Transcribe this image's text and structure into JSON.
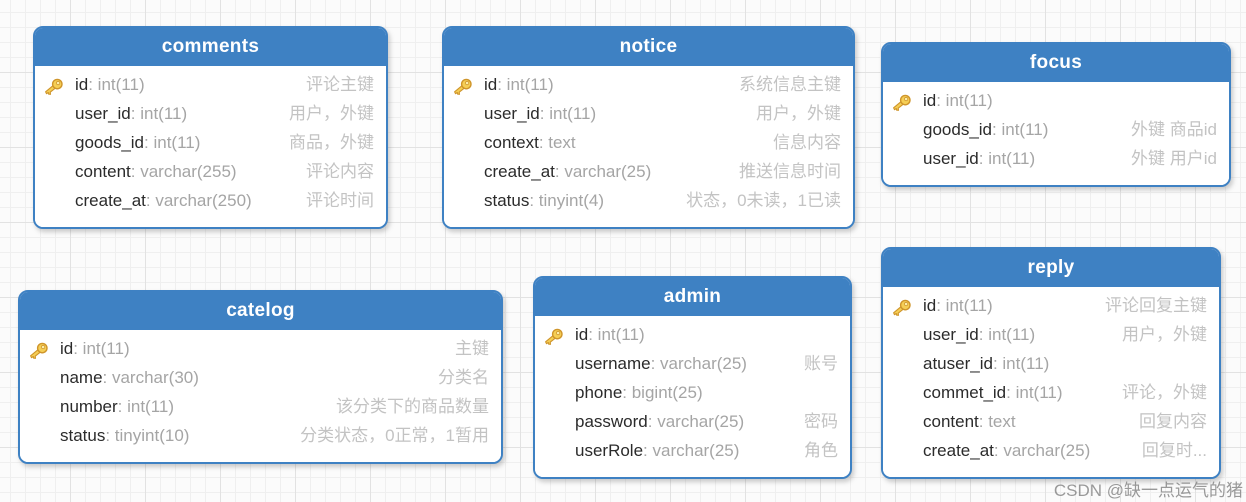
{
  "watermark": "CSDN @缺一点运气的猪",
  "colors": {
    "header_blue": "#3e81c3",
    "field_name": "#2b2b2b",
    "field_type": "#a5a5a5",
    "field_comment": "#c3c3c3",
    "key_gold": "#f5ce55"
  },
  "icons": {
    "primary_key": "key-icon"
  },
  "tables": [
    {
      "id": "comments",
      "name": "comments",
      "fields": [
        {
          "key": true,
          "name": "id",
          "type": "int(11)",
          "comment": "评论主键"
        },
        {
          "key": false,
          "name": "user_id",
          "type": "int(11)",
          "comment": "用户，外键"
        },
        {
          "key": false,
          "name": "goods_id",
          "type": "int(11)",
          "comment": "商品，外键"
        },
        {
          "key": false,
          "name": "content",
          "type": "varchar(255)",
          "comment": "评论内容"
        },
        {
          "key": false,
          "name": "create_at",
          "type": "varchar(250)",
          "comment": "评论时间"
        }
      ]
    },
    {
      "id": "notice",
      "name": "notice",
      "fields": [
        {
          "key": true,
          "name": "id",
          "type": "int(11)",
          "comment": "系统信息主键"
        },
        {
          "key": false,
          "name": "user_id",
          "type": "int(11)",
          "comment": "用户，外键"
        },
        {
          "key": false,
          "name": "context",
          "type": "text",
          "comment": "信息内容"
        },
        {
          "key": false,
          "name": "create_at",
          "type": "varchar(25)",
          "comment": "推送信息时间"
        },
        {
          "key": false,
          "name": "status",
          "type": "tinyint(4)",
          "comment": "状态，0未读，1已读"
        }
      ]
    },
    {
      "id": "focus",
      "name": "focus",
      "fields": [
        {
          "key": true,
          "name": "id",
          "type": "int(11)",
          "comment": ""
        },
        {
          "key": false,
          "name": "goods_id",
          "type": "int(11)",
          "comment": "外键 商品id"
        },
        {
          "key": false,
          "name": "user_id",
          "type": "int(11)",
          "comment": "外键 用户id"
        }
      ]
    },
    {
      "id": "catelog",
      "name": "catelog",
      "fields": [
        {
          "key": true,
          "name": "id",
          "type": "int(11)",
          "comment": "主键"
        },
        {
          "key": false,
          "name": "name",
          "type": "varchar(30)",
          "comment": "分类名"
        },
        {
          "key": false,
          "name": "number",
          "type": "int(11)",
          "comment": "该分类下的商品数量"
        },
        {
          "key": false,
          "name": "status",
          "type": "tinyint(10)",
          "comment": "分类状态，0正常，1暂用"
        }
      ]
    },
    {
      "id": "admin",
      "name": "admin",
      "fields": [
        {
          "key": true,
          "name": "id",
          "type": "int(11)",
          "comment": ""
        },
        {
          "key": false,
          "name": "username",
          "type": "varchar(25)",
          "comment": "账号"
        },
        {
          "key": false,
          "name": "phone",
          "type": "bigint(25)",
          "comment": ""
        },
        {
          "key": false,
          "name": "password",
          "type": "varchar(25)",
          "comment": "密码"
        },
        {
          "key": false,
          "name": "userRole",
          "type": "varchar(25)",
          "comment": "角色"
        }
      ]
    },
    {
      "id": "reply",
      "name": "reply",
      "fields": [
        {
          "key": true,
          "name": "id",
          "type": "int(11)",
          "comment": "评论回复主键"
        },
        {
          "key": false,
          "name": "user_id",
          "type": "int(11)",
          "comment": "用户，外键"
        },
        {
          "key": false,
          "name": "atuser_id",
          "type": "int(11)",
          "comment": ""
        },
        {
          "key": false,
          "name": "commet_id",
          "type": "int(11)",
          "comment": "评论，外键"
        },
        {
          "key": false,
          "name": "content",
          "type": "text",
          "comment": "回复内容"
        },
        {
          "key": false,
          "name": "create_at",
          "type": "varchar(25)",
          "comment": "回复时..."
        }
      ]
    }
  ]
}
